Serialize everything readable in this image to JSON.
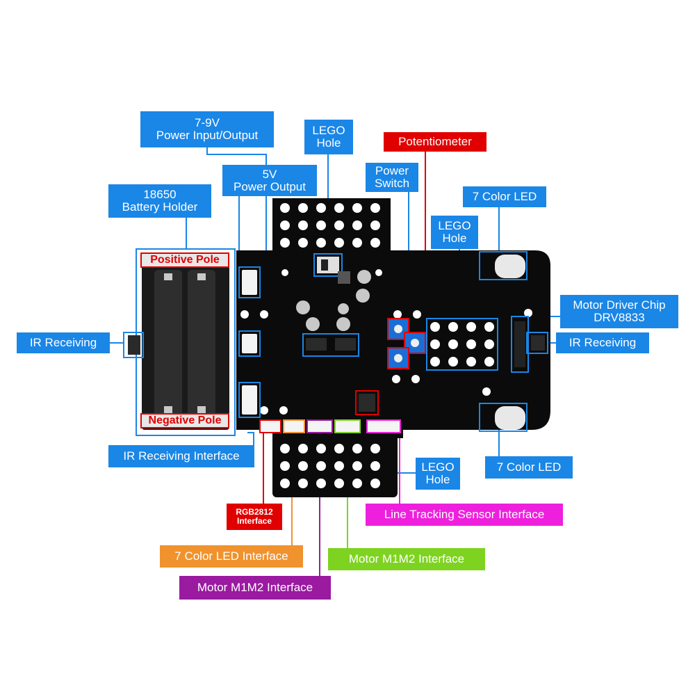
{
  "labels": {
    "power_io": "7-9V\nPower Input/Output",
    "lego_hole_top": "LEGO\nHole",
    "potentiometer": "Potentiometer",
    "power_switch": "Power\nSwitch",
    "power_5v": "5V\nPower Output",
    "battery_holder": "18650\nBattery Holder",
    "color_led_top": "7 Color LED",
    "lego_hole_right": "LEGO\nHole",
    "motor_driver": "Motor Driver Chip\nDRV8833",
    "ir_receiving_left": "IR Receiving",
    "ir_receiving_right": "IR Receiving",
    "positive_pole": "Positive Pole",
    "negative_pole": "Negative Pole",
    "ir_interface": "IR Receiving Interface",
    "lego_hole_bottom": "LEGO\nHole",
    "color_led_bottom": "7 Color LED",
    "rgb2812": "RGB2812\nInterface",
    "line_tracking": "Line Tracking Sensor Interface",
    "color_led_interface": "7 Color LED Interface",
    "motor_m1m2_green": "Motor M1M2  Interface",
    "motor_m1m2_purple": "Motor M1M2  Interface"
  },
  "colors": {
    "label_blue": "#1a86e6",
    "label_red": "#e00000",
    "orange": "#f0922d",
    "green": "#7ed321",
    "purple": "#9a1aa0",
    "magenta": "#ee20dd",
    "pcb": "#0b0b0b"
  }
}
